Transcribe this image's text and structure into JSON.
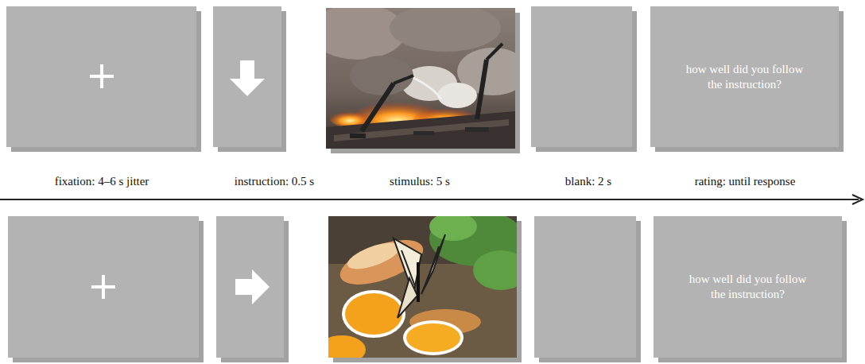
{
  "diagram": {
    "nodes": [
      {
        "text": [
          "how well did you follow the instruction?"
        ]
      },
      {
        "text": [
          "how well did you follow the instruction?"
        ]
      }
    ],
    "labels": [
      "fixation: 4–6 s jitter",
      "instruction: 0.5 s",
      "stimulus: 5 s",
      "blank: 2 s",
      "rating: until response"
    ]
  }
}
